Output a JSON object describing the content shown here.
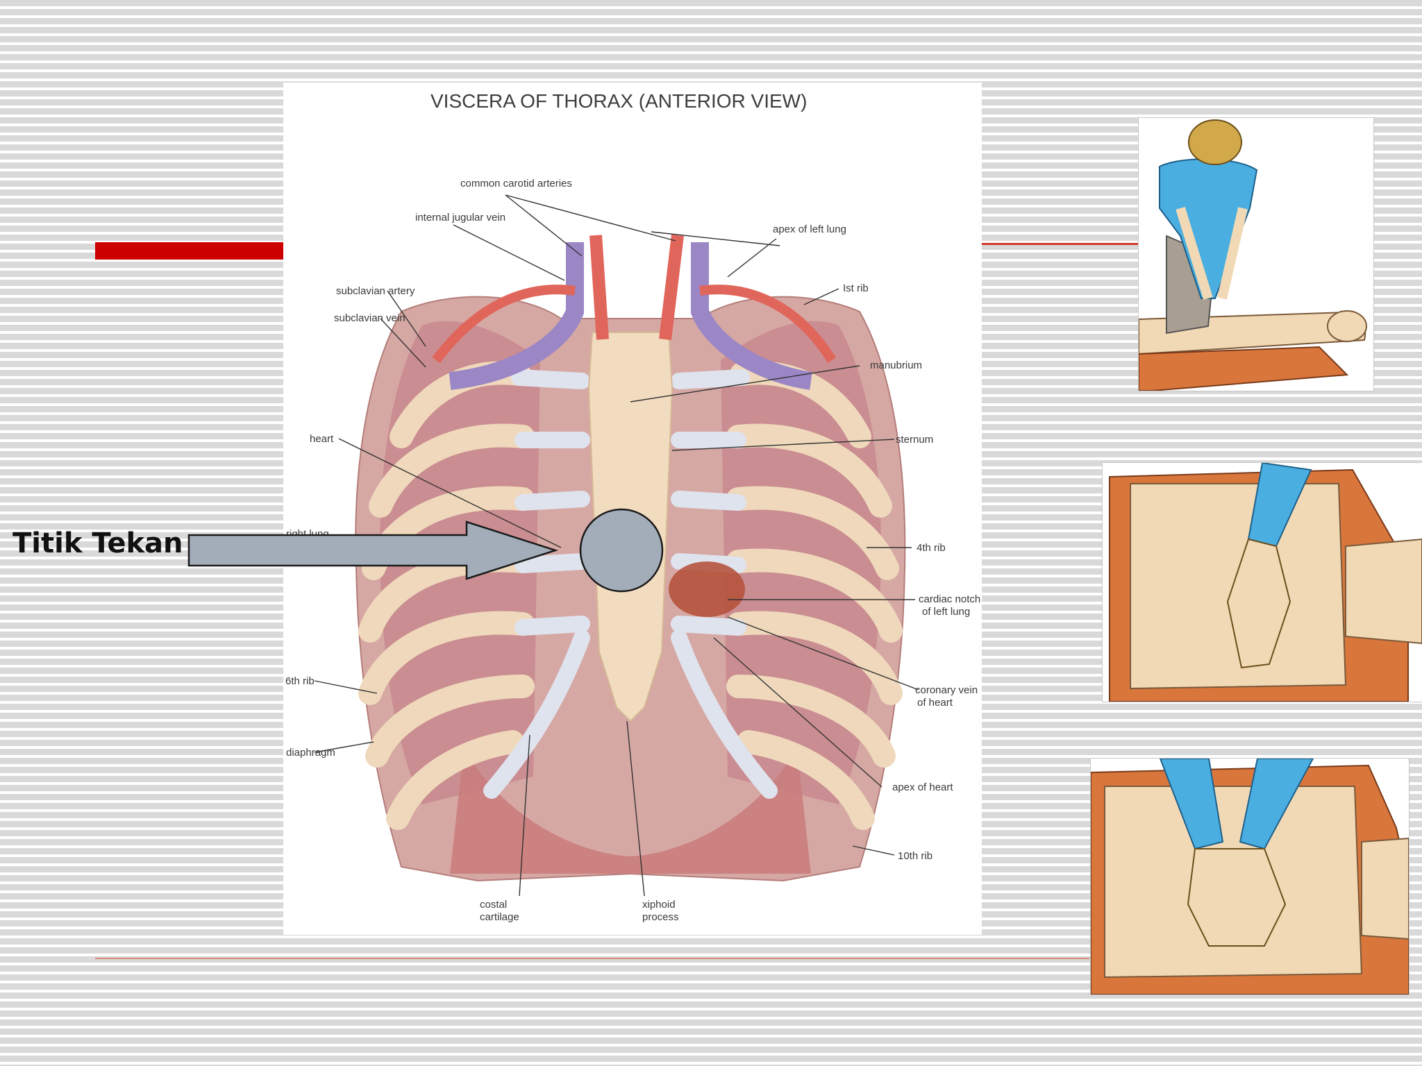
{
  "slide": {
    "pointer_label": "Titik Tekan"
  },
  "anatomy": {
    "title": "VISCERA OF THORAX (ANTERIOR VIEW)",
    "labels": {
      "common_carotid_arteries": "common carotid arteries",
      "internal_jugular_vein": "internal jugular vein",
      "apex_of_left_lung": "apex of left lung",
      "subclavian_artery": "subclavian artery",
      "subclavian_vein": "subclavian vein",
      "first_rib": "Ist rib",
      "manubrium": "manubrium",
      "heart": "heart",
      "sternum": "sternum",
      "right_lung": "right lung",
      "fourth_rib": "4th rib",
      "cardiac_notch_1": "cardiac notch",
      "cardiac_notch_2": "of left lung",
      "sixth_rib": "6th rib",
      "coronary_vein_1": "coronary vein",
      "coronary_vein_2": "of heart",
      "diaphragm": "diaphragm",
      "apex_of_heart": "apex of heart",
      "tenth_rib": "10th rib",
      "costal_cartilage_1": "costal",
      "costal_cartilage_2": "cartilage",
      "xiphoid_process_1": "xiphoid",
      "xiphoid_process_2": "process"
    }
  },
  "colors": {
    "accent_red": "#cc0000",
    "pointer_fill": "#a2adb9",
    "pointer_stroke": "#1a1a1a",
    "skin": "#f1d9b5",
    "shirt_blue": "#4aaee0",
    "lung_pink": "#c98a8f",
    "rib_bone": "#efd8bb",
    "cartilage": "#dfe3ee",
    "vein_purple": "#9b86c6",
    "artery_red": "#e0655a"
  }
}
